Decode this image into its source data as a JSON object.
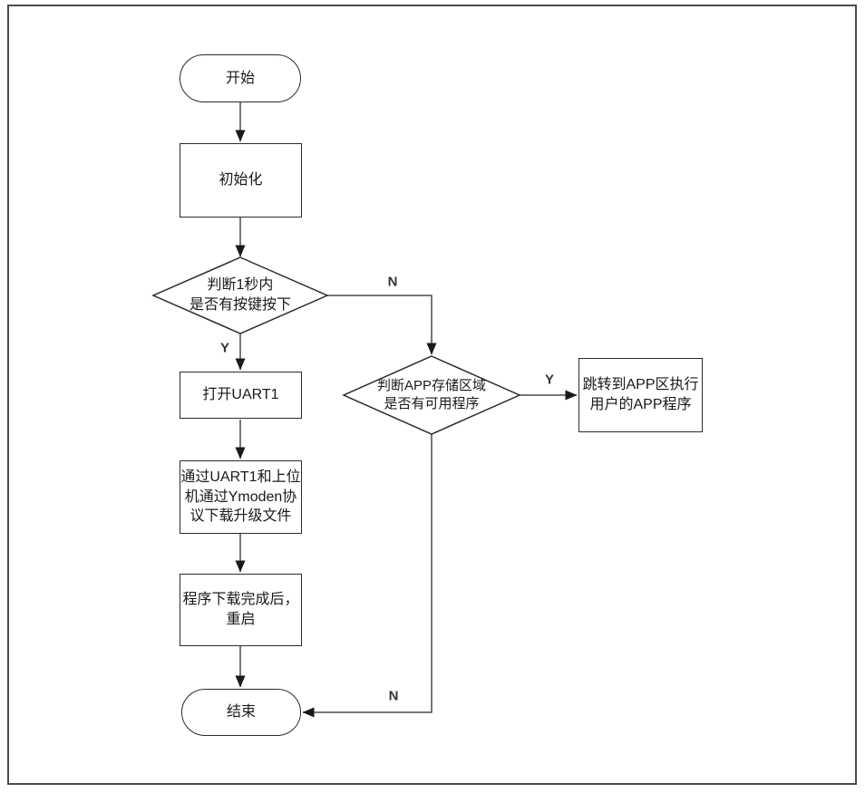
{
  "colors": {
    "background": "#ffffff",
    "frame-border": "#4b4b4b",
    "shape-border": "#2b2b2b",
    "shape-fill": "#ffffff",
    "connector": "#4a4a4a",
    "arrowhead": "#1a1a1a",
    "node-text": "#1a1a1a",
    "edge-label-text": "#333333"
  },
  "flowchart": {
    "nodes": {
      "start": {
        "shape": "terminator",
        "label": "开始"
      },
      "init": {
        "shape": "process",
        "label": "初始化"
      },
      "decision_key_press": {
        "shape": "decision",
        "label": "判断1秒内\n是否有按键按下"
      },
      "open_uart1": {
        "shape": "process",
        "label": "打开UART1"
      },
      "download_firmware": {
        "shape": "process",
        "label": "通过UART1和上位\n机通过Ymoden协\n议下载升级文件"
      },
      "reboot": {
        "shape": "process",
        "label": "程序下载完成后，\n重启"
      },
      "end": {
        "shape": "terminator",
        "label": "结束"
      },
      "decision_app_valid": {
        "shape": "decision",
        "label": "判断APP存储区域\n是否有可用程序"
      },
      "jump_to_app": {
        "shape": "process",
        "label": "跳转到APP区执行\n用户的APP程序"
      }
    },
    "edge_labels": {
      "key_press_yes": "Y",
      "key_press_no": "N",
      "app_valid_yes": "Y",
      "app_valid_no": "N"
    }
  }
}
